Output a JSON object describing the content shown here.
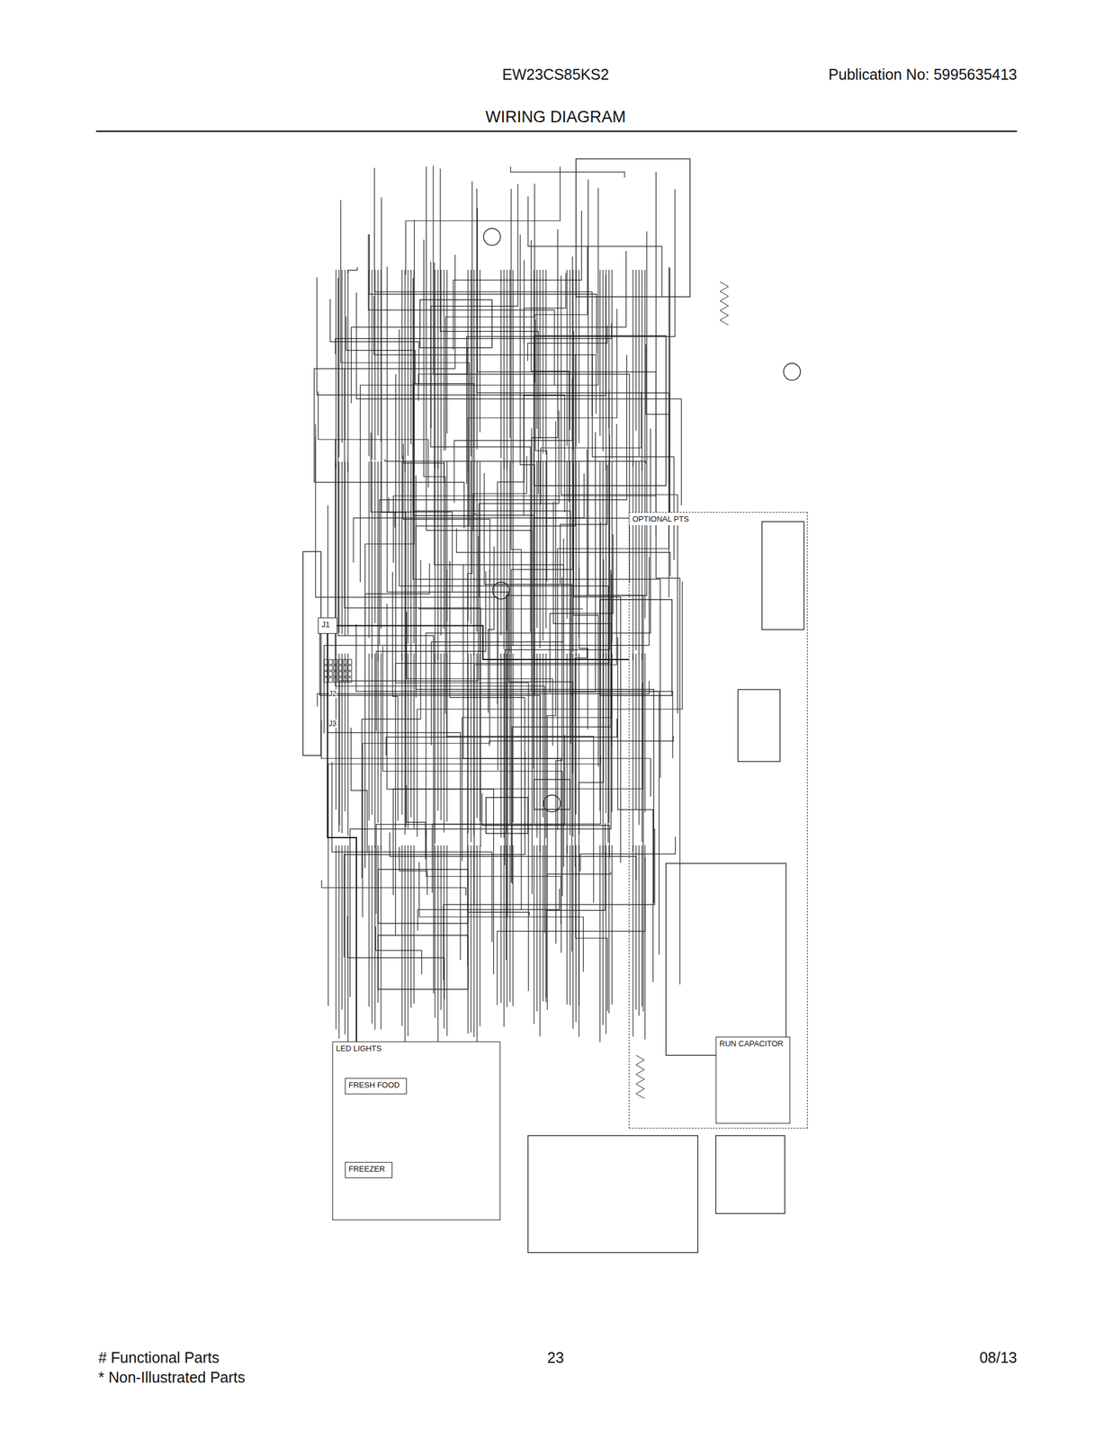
{
  "diagram": {
    "title": "WIRING DIAGRAM",
    "nodes": [
      {
        "text": [
          "OPTIONAL PTS"
        ]
      },
      {
        "text": [
          "LED LIGHTS"
        ]
      },
      {
        "text": [
          "FRESH FOOD"
        ],
        "in": 1
      },
      {
        "text": [
          "FREEZER"
        ],
        "in": 1
      },
      {
        "text": [
          "RUN CAPACITOR"
        ]
      },
      {
        "text": [
          "J1"
        ]
      }
    ],
    "edges": [
      {
        "from": 1,
        "to": 5,
        "arrow": "none"
      },
      {
        "from": 5,
        "to": 0,
        "arrow": "none"
      }
    ],
    "labels": [
      "EW23CS85KS2",
      "Publication No: 5995635413",
      "# Functional Parts",
      "23",
      "08/13",
      "* Non-Illustrated Parts",
      "J2",
      "J3"
    ]
  }
}
